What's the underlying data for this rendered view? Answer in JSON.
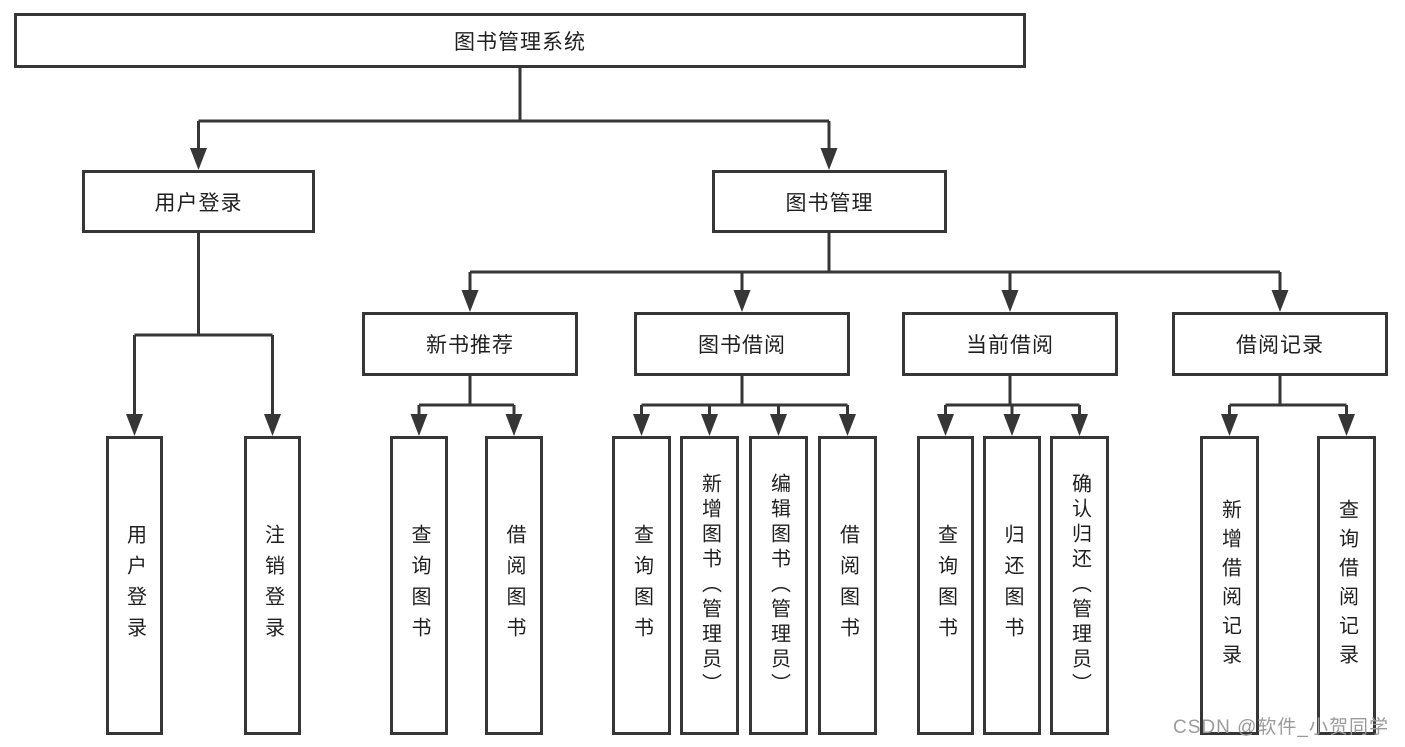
{
  "diagram": {
    "title": "图书管理系统",
    "watermark": "CSDN @软件_小贺同学",
    "line_color": "#363636",
    "box_fill": "#ffffff",
    "text_color": "#1f1f1f",
    "nodes": {
      "root": "图书管理系统",
      "user_login": "用户登录",
      "book_mgmt": "图书管理",
      "user_login_leaf": "用户登录",
      "logout_leaf": "注销登录",
      "new_book_rec": "新书推荐",
      "book_borrow": "图书借阅",
      "current_borrow": "当前借阅",
      "borrow_record": "借阅记录",
      "nbr_query_book": "查询图书",
      "nbr_borrow_book": "借阅图书",
      "bb_query_book": "查询图书",
      "bb_add_book": "新增图书（管理员）",
      "bb_edit_book": "编辑图书（管理员）",
      "bb_borrow_book": "借阅图书",
      "cb_query_book": "查询图书",
      "cb_return_book": "归还图书",
      "cb_confirm_return": "确认归还（管理员）",
      "br_add_record": "新增借阅记录",
      "br_query_record": "查询借阅记录"
    },
    "edges": [
      [
        "root",
        "user_login"
      ],
      [
        "root",
        "book_mgmt"
      ],
      [
        "user_login",
        "user_login_leaf"
      ],
      [
        "user_login",
        "logout_leaf"
      ],
      [
        "book_mgmt",
        "new_book_rec"
      ],
      [
        "book_mgmt",
        "book_borrow"
      ],
      [
        "book_mgmt",
        "current_borrow"
      ],
      [
        "book_mgmt",
        "borrow_record"
      ],
      [
        "new_book_rec",
        "nbr_query_book"
      ],
      [
        "new_book_rec",
        "nbr_borrow_book"
      ],
      [
        "book_borrow",
        "bb_query_book"
      ],
      [
        "book_borrow",
        "bb_add_book"
      ],
      [
        "book_borrow",
        "bb_edit_book"
      ],
      [
        "book_borrow",
        "bb_borrow_book"
      ],
      [
        "current_borrow",
        "cb_query_book"
      ],
      [
        "current_borrow",
        "cb_return_book"
      ],
      [
        "current_borrow",
        "cb_confirm_return"
      ],
      [
        "borrow_record",
        "br_add_record"
      ],
      [
        "borrow_record",
        "br_query_record"
      ]
    ]
  }
}
